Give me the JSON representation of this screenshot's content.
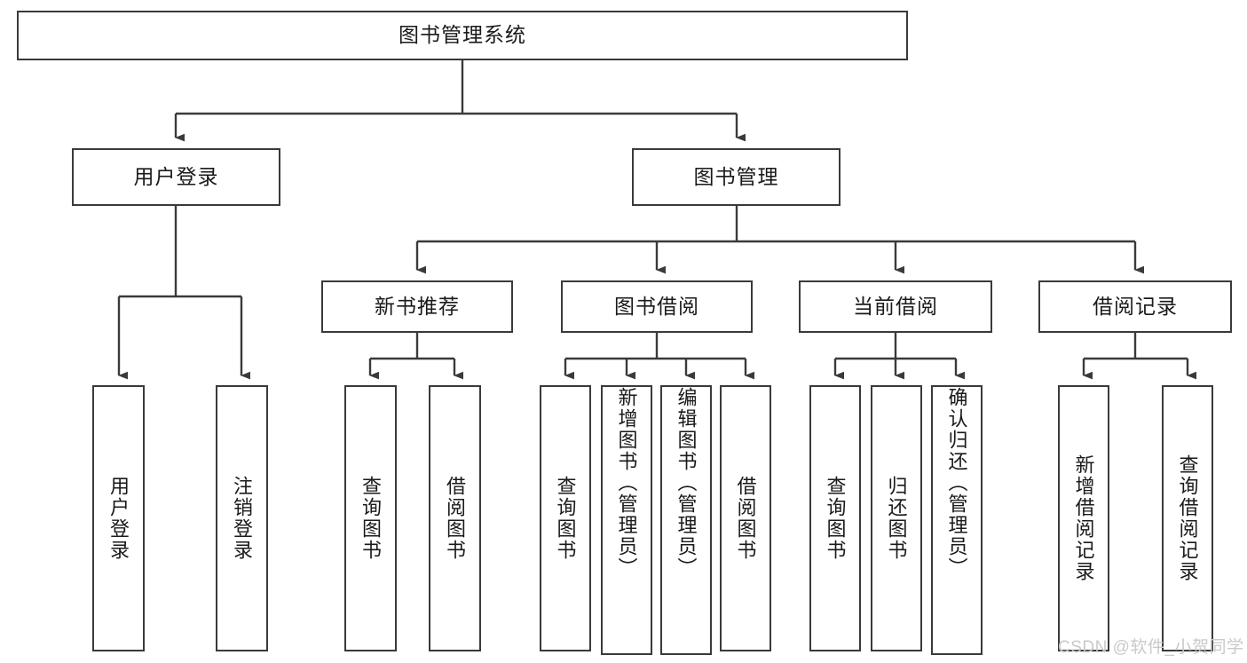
{
  "diagram": {
    "type": "hierarchy-tree",
    "title": "图书管理系统",
    "root": {
      "label": "图书管理系统"
    },
    "level2": [
      {
        "label": "用户登录"
      },
      {
        "label": "图书管理"
      }
    ],
    "level3": [
      {
        "label": "新书推荐"
      },
      {
        "label": "图书借阅"
      },
      {
        "label": "当前借阅"
      },
      {
        "label": "借阅记录"
      }
    ],
    "leaves": {
      "user_login": [
        {
          "label": "用户登录"
        },
        {
          "label": "注销登录"
        }
      ],
      "new_book_recommend": [
        {
          "label": "查询图书"
        },
        {
          "label": "借阅图书"
        }
      ],
      "book_borrow": [
        {
          "label": "查询图书"
        },
        {
          "label": "新增图书（管理员）"
        },
        {
          "label": "编辑图书（管理员）"
        },
        {
          "label": "借阅图书"
        }
      ],
      "current_borrow": [
        {
          "label": "查询图书"
        },
        {
          "label": "归还图书"
        },
        {
          "label": "确认归还（管理员）"
        }
      ],
      "borrow_records": [
        {
          "label": "新增借阅记录"
        },
        {
          "label": "查询借阅记录"
        }
      ]
    }
  },
  "watermark": {
    "text": "CSDN @软件_小贺同学"
  },
  "colors": {
    "box_border": "#3a3a3a",
    "box_fill": "#ffffff",
    "edge": "#3a3a3a",
    "text": "#1a1a1a",
    "watermark": "#c9c9c9",
    "background": "#ffffff"
  }
}
